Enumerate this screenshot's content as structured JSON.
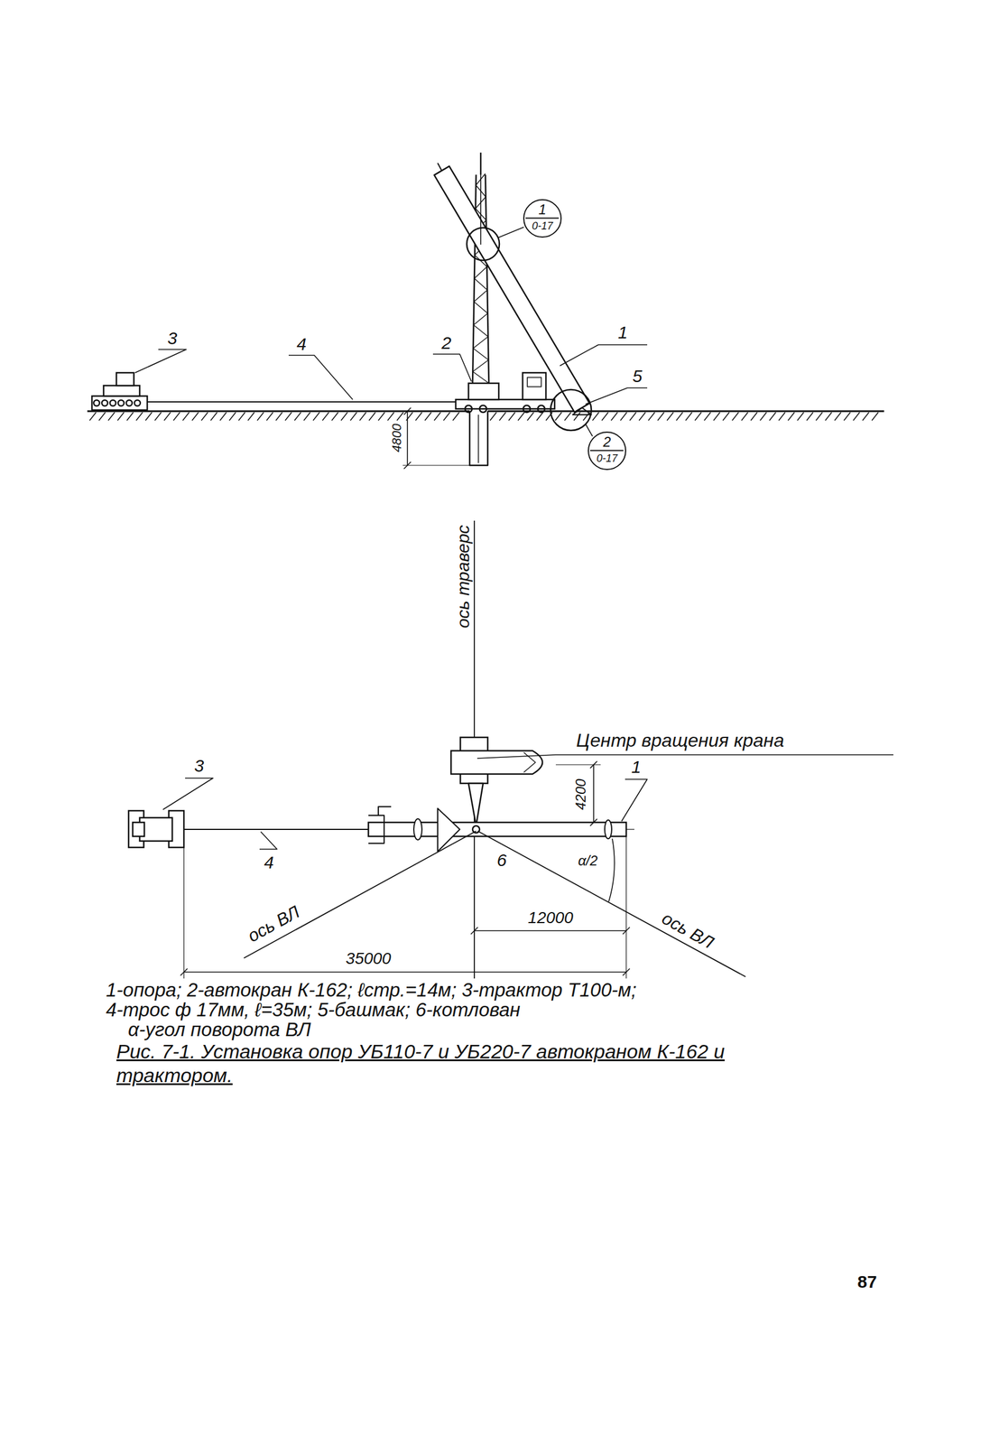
{
  "diagram": {
    "caption": "Рис. 7-1. Установка опор УБ110-7 и УБ220-7 автокраном К-162 и трактором.",
    "nodes": [
      {
        "text": [
          "1",
          "0-17"
        ]
      },
      {
        "text": [
          "2",
          "0-17"
        ]
      }
    ],
    "labels": [
      "3",
      "4",
      "2",
      "1",
      "5",
      "4800",
      "ось траверс",
      "Центр вращения крана",
      "3",
      "1",
      "4200",
      "4",
      "6",
      "α/2",
      "ось ВЛ",
      "12000",
      "ось ВЛ",
      "35000",
      "1-опора; 2-автокран К-162; ℓстр.=14м; 3-трактор Т100-м;",
      "4-трос ф 17мм, ℓ=35м; 5-башмак; 6-котлован",
      "α-угол поворота ВЛ",
      "87"
    ]
  }
}
